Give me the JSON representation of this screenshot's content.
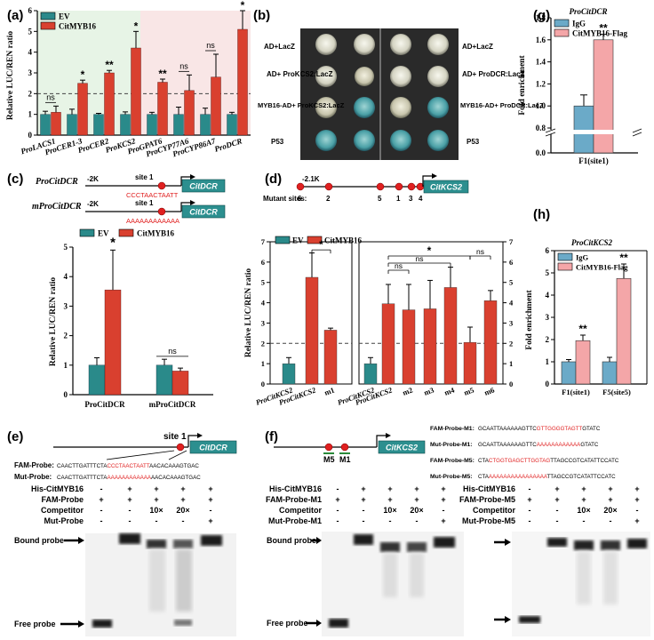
{
  "colors": {
    "ev": "#2a8a8a",
    "cit": "#d9402f",
    "igg": "#6baac8",
    "flag": "#f4a6a8",
    "greenbg": "#e7f4e6",
    "pinkbg": "#f9e6e6",
    "gene": "#2c8f8f",
    "red": "#e02020"
  },
  "panel_labels": {
    "a": "(a)",
    "b": "(b)",
    "c": "(c)",
    "d": "(d)",
    "e": "(e)",
    "f": "(f)",
    "g": "(g)",
    "h": "(h)"
  },
  "panel_a": {
    "legend": [
      "EV",
      "CitMYB16"
    ],
    "ylabel": "Relative LUC/REN ratio",
    "yticks": [
      "0",
      "1",
      "2",
      "3",
      "4",
      "5",
      "6"
    ],
    "sig": [
      "ns",
      "*",
      "**",
      "*",
      "**",
      "ns",
      "ns",
      "*"
    ]
  },
  "panel_b": {
    "left_labels": [
      "AD+LacZ",
      "AD+ ProKCS2:LacZ",
      "MYB16-AD+ ProKCS2:LacZ",
      "P53"
    ],
    "right_labels": [
      "AD+LacZ",
      "AD+ ProDCR:LacZ",
      "MYB16-AD+ ProDCR:LacZ",
      "P53"
    ]
  },
  "panel_c": {
    "gene_name": "CitDCR",
    "pro": "ProCitDCR",
    "mpro": "mProCitDCR",
    "minus": "-2K",
    "site": "site 1",
    "wt_seq": "CCCTAACTAATT",
    "mut_seq": "AAAAAAAAAAAA",
    "legend": [
      "EV",
      "CitMYB16"
    ],
    "ylabel": "Relative LUC/REN ratio",
    "yticks": [
      "0",
      "1",
      "2",
      "3",
      "4",
      "5"
    ],
    "sig": [
      "*",
      "ns"
    ]
  },
  "panel_d": {
    "minus": "-2.1K",
    "gene_name": "CitKCS2",
    "mutant_label": "Mutant sites:",
    "site_nums": [
      "6",
      "2",
      "5",
      "1",
      "3",
      "4"
    ],
    "legend": [
      "EV",
      "CitMYB16"
    ],
    "ylabel": "Relative LUC/REN ratio",
    "yticks": [
      "0",
      "1",
      "2",
      "3",
      "4",
      "5",
      "6",
      "7"
    ],
    "sig": [
      "*",
      "*",
      "ns",
      "ns"
    ]
  },
  "panel_e": {
    "site": "site 1",
    "gene_name": "CitDCR",
    "fam_label": "FAM-Probe:",
    "fam_pre": "CAACTTGATTTCTA",
    "fam_red": "CCCTAACTAATT",
    "fam_post": "AACACAAAGTGAC",
    "mut_label": "Mut-Probe:",
    "mut_pre": "CAACTTGATTTCTA",
    "mut_red": "AAAAAAAAAAAA",
    "mut_post": "AACACAAAGTGAC",
    "rows": [
      {
        "label": "His-CitMYB16",
        "cells": [
          "-",
          "+",
          "+",
          "+",
          "+"
        ]
      },
      {
        "label": "FAM-Probe",
        "cells": [
          "+",
          "+",
          "+",
          "+",
          "+"
        ]
      },
      {
        "label": "Competitor",
        "cells": [
          "-",
          "-",
          "10×",
          "20×",
          "-"
        ]
      },
      {
        "label": "Mut-Probe",
        "cells": [
          "-",
          "-",
          "-",
          "-",
          "+"
        ]
      }
    ],
    "bound": "Bound probe",
    "free": "Free probe"
  },
  "panel_f": {
    "gene_name": "CitKCS2",
    "m5": "M5",
    "m1": "M1",
    "seqs": [
      {
        "label": "FAM-Probe-M1:",
        "pre": "GCAATTAAAAAAGTTC",
        "red": "GTTGGGGTAGTT",
        "post": "GTATC"
      },
      {
        "label": "Mut-Probe-M1:",
        "pre": "GCAATTAAAAAAGTTC",
        "red": "AAAAAAAAAAAA",
        "post": "GTATC"
      },
      {
        "label": "FAM-Probe-M5:",
        "pre": "CTA",
        "red": "CTGGTGAGCTTGGTAG",
        "post": "TTAGCCGTCATATTCCATC"
      },
      {
        "label": "Mut-Probe-M5:",
        "pre": "CTA",
        "red": "AAAAAAAAAAAAAAAA",
        "post": "TTAGCCGTCATATTCCATC"
      }
    ],
    "rows1": [
      {
        "label": "His-CitMYB16",
        "cells": [
          "-",
          "+",
          "+",
          "+",
          "+"
        ]
      },
      {
        "label": "FAM-Probe-M1",
        "cells": [
          "+",
          "+",
          "+",
          "+",
          "+"
        ]
      },
      {
        "label": "Competitor",
        "cells": [
          "-",
          "-",
          "10×",
          "20×",
          "-"
        ]
      },
      {
        "label": "Mut-Probe-M1",
        "cells": [
          "-",
          "-",
          "-",
          "-",
          "+"
        ]
      }
    ],
    "rows2": [
      {
        "label": "His-CitMYB16",
        "cells": [
          "-",
          "+",
          "+",
          "+",
          "+"
        ]
      },
      {
        "label": "FAM-Probe-M5",
        "cells": [
          "+",
          "+",
          "+",
          "+",
          "+"
        ]
      },
      {
        "label": "Competitor",
        "cells": [
          "-",
          "-",
          "10×",
          "20×",
          "-"
        ]
      },
      {
        "label": "Mut-Probe-M5",
        "cells": [
          "-",
          "-",
          "-",
          "-",
          "+"
        ]
      }
    ],
    "bound": "Bound probe",
    "free": "Free probe"
  },
  "panel_g": {
    "title": "ProCitDCR",
    "legend": [
      "IgG",
      "CitMYB16-Flag"
    ],
    "ylabel": "Fold enrichment",
    "yticks": [
      "0.0",
      "0.8",
      "1.0",
      "1.2",
      "1.4",
      "1.6",
      "1.8"
    ],
    "xlabel": "F1(site1)",
    "sig": "**"
  },
  "panel_h": {
    "title": "ProCitKCS2",
    "legend": [
      "IgG",
      "CitMYB16-Flag"
    ],
    "ylabel": "Fold enrichment",
    "yticks": [
      "0",
      "1",
      "2",
      "3",
      "4",
      "5",
      "6"
    ],
    "xlabels": [
      "F1(site1)",
      "F5(site5)"
    ],
    "sig": [
      "**",
      "**"
    ]
  },
  "chart_data": [
    {
      "type": "bar",
      "panel": "a",
      "categories": [
        "ProLACS1",
        "ProCER1-3",
        "ProCER2",
        "ProKCS2",
        "ProGPAT6",
        "ProCYP77A6",
        "ProCYP86A7",
        "ProDCR"
      ],
      "series": [
        {
          "name": "EV",
          "values": [
            1.0,
            1.0,
            1.0,
            1.0,
            1.0,
            1.0,
            1.0,
            1.0
          ],
          "errors": [
            0.15,
            0.25,
            0.05,
            0.12,
            0.1,
            0.35,
            0.3,
            0.1
          ]
        },
        {
          "name": "CitMYB16",
          "values": [
            1.1,
            2.5,
            3.0,
            4.2,
            2.55,
            2.15,
            2.8,
            5.1
          ],
          "errors": [
            0.3,
            0.15,
            0.12,
            0.8,
            0.15,
            0.75,
            1.1,
            0.9
          ]
        }
      ],
      "ylabel": "Relative LUC/REN ratio",
      "ylim": [
        0,
        6
      ]
    },
    {
      "type": "bar",
      "panel": "c",
      "categories": [
        "ProCitDCR",
        "mProCitDCR"
      ],
      "series": [
        {
          "name": "EV",
          "values": [
            1.0,
            1.0
          ],
          "errors": [
            0.25,
            0.2
          ]
        },
        {
          "name": "CitMYB16",
          "values": [
            3.55,
            0.8
          ],
          "errors": [
            1.35,
            0.1
          ]
        }
      ],
      "ylabel": "Relative LUC/REN ratio",
      "ylim": [
        0,
        5
      ]
    },
    {
      "type": "bar",
      "panel": "d",
      "categories": [
        "ProCitKCS2",
        "ProCitKCS2",
        "m1",
        "ProCitKCS2",
        "ProCitKCS2",
        "m2",
        "m3",
        "m4",
        "m5",
        "m6"
      ],
      "series": [
        {
          "name": "values",
          "values": [
            1.0,
            5.25,
            2.65,
            1.0,
            3.95,
            3.65,
            3.7,
            4.75,
            2.05,
            4.1
          ],
          "errors": [
            0.3,
            1.2,
            0.1,
            0.3,
            0.95,
            1.25,
            1.4,
            1.0,
            0.75,
            0.5
          ]
        }
      ],
      "ylabel": "Relative LUC/REN ratio",
      "ylim": [
        0,
        7
      ]
    },
    {
      "type": "bar",
      "panel": "g",
      "categories": [
        "F1(site1)"
      ],
      "series": [
        {
          "name": "IgG",
          "values": [
            1.0
          ],
          "errors": [
            0.1
          ]
        },
        {
          "name": "CitMYB16-Flag",
          "values": [
            1.6
          ],
          "errors": [
            0.05
          ]
        }
      ],
      "ylabel": "Fold enrichment",
      "ylim": [
        0.0,
        1.8
      ]
    },
    {
      "type": "bar",
      "panel": "h",
      "categories": [
        "F1(site1)",
        "F5(site5)"
      ],
      "series": [
        {
          "name": "IgG",
          "values": [
            1.0,
            1.0
          ],
          "errors": [
            0.1,
            0.2
          ]
        },
        {
          "name": "CitMYB16-Flag",
          "values": [
            1.95,
            4.75
          ],
          "errors": [
            0.25,
            0.65
          ]
        }
      ],
      "ylabel": "Fold enrichment",
      "ylim": [
        0,
        6
      ]
    }
  ]
}
